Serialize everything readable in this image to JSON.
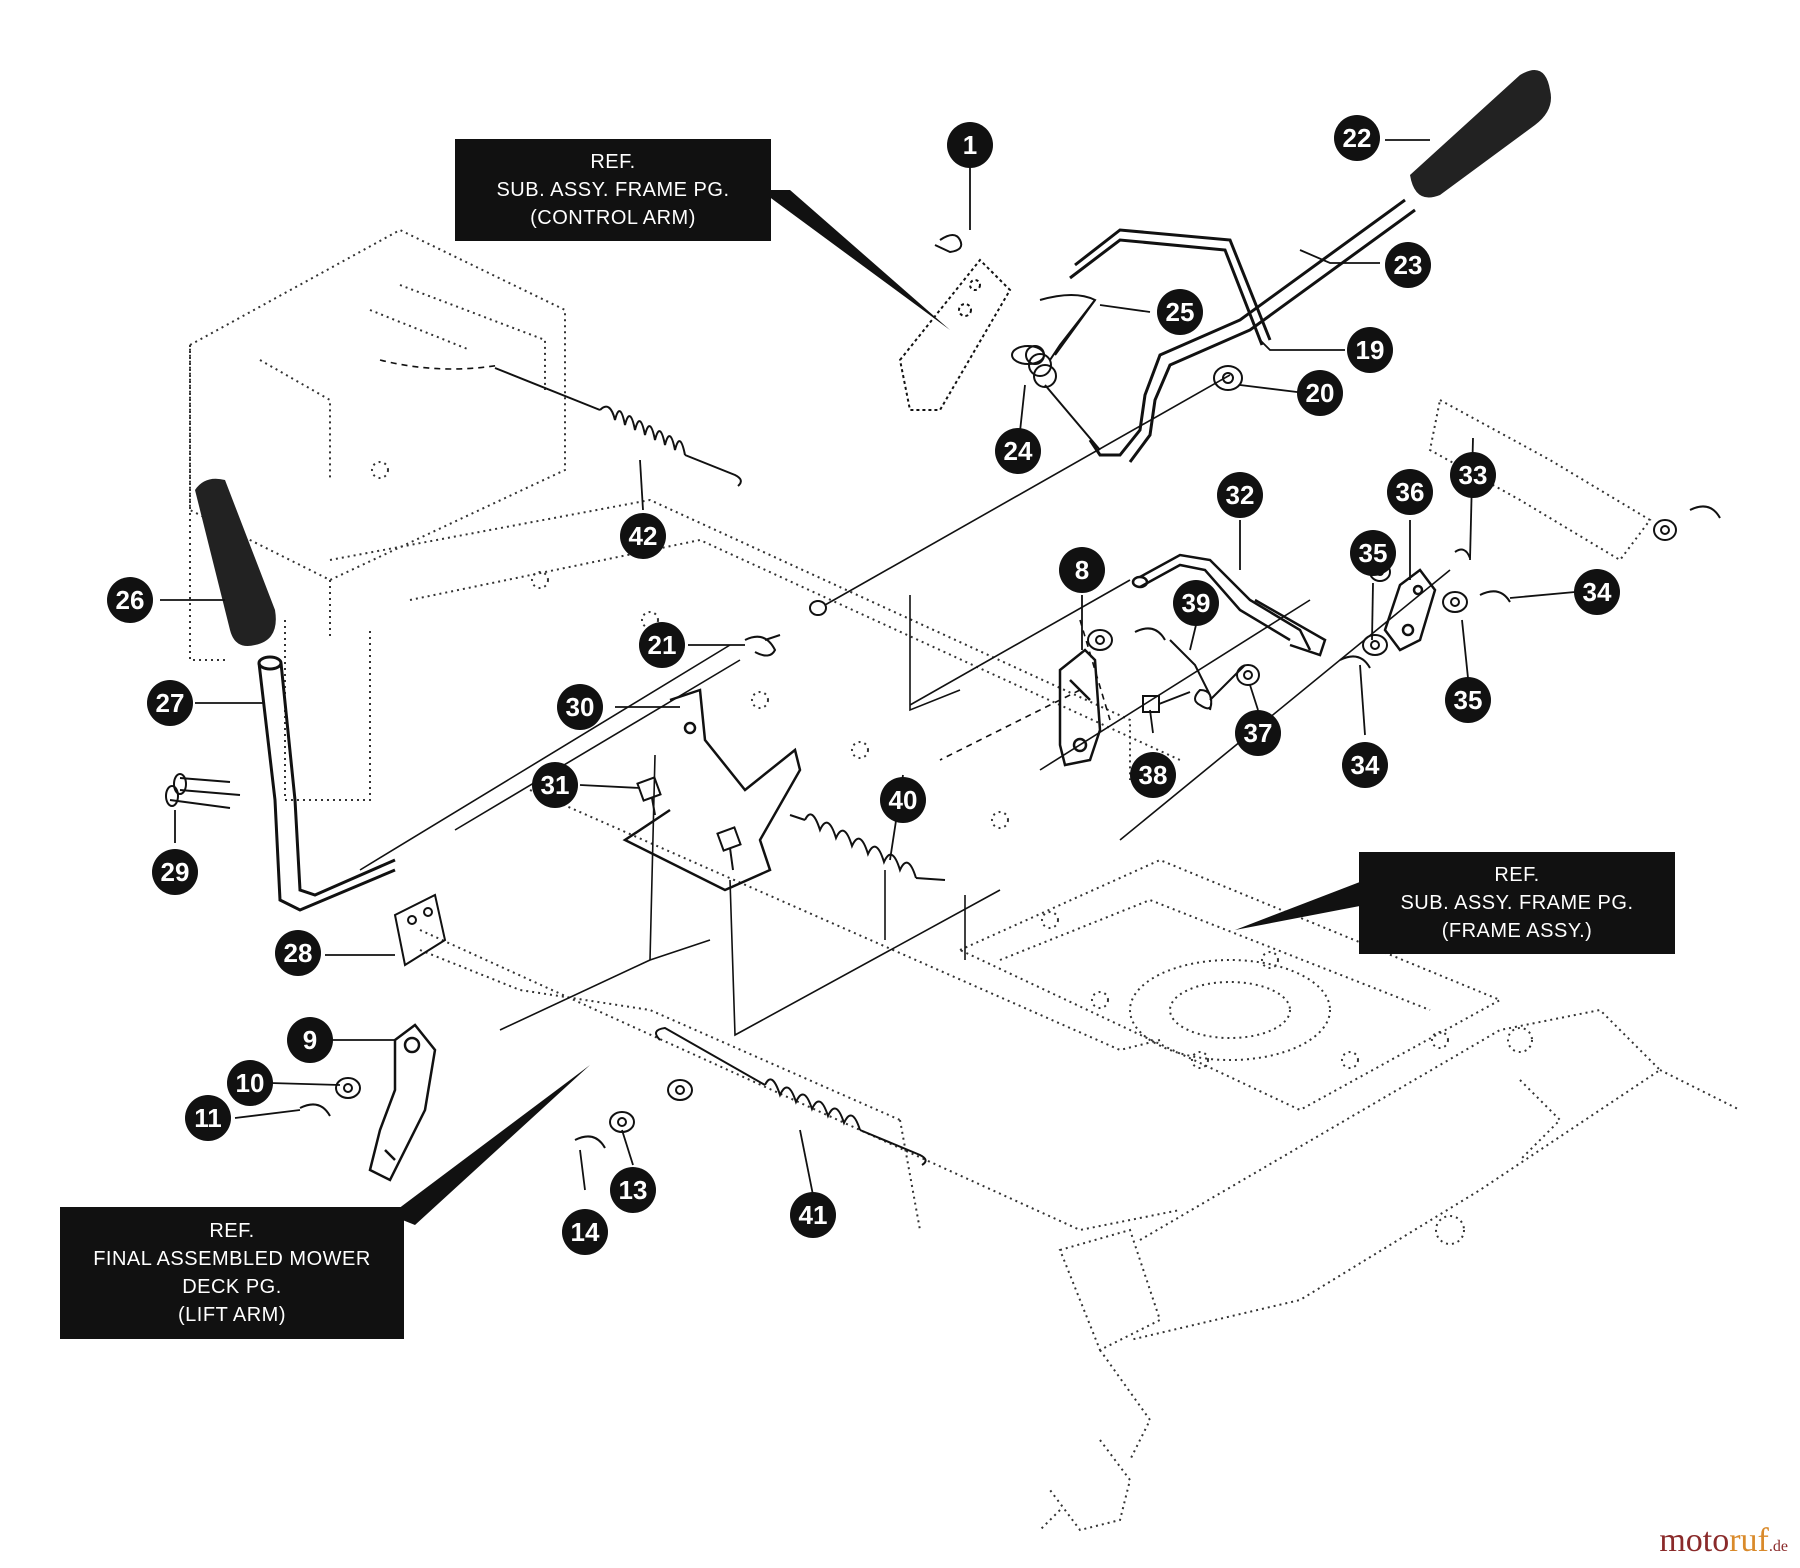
{
  "ref_labels": {
    "control_arm": [
      "REF.",
      "SUB. ASSY. FRAME PG.",
      "(CONTROL ARM)"
    ],
    "frame_assy": [
      "REF.",
      "SUB. ASSY. FRAME PG.",
      "(FRAME ASSY.)"
    ],
    "lift_arm": [
      "REF.",
      "FINAL ASSEMBLED MOWER",
      "DECK PG.",
      "(LIFT ARM)"
    ]
  },
  "callouts": [
    "1",
    "22",
    "23",
    "25",
    "19",
    "20",
    "24",
    "42",
    "26",
    "27",
    "29",
    "28",
    "21",
    "30",
    "31",
    "32",
    "8",
    "39",
    "36",
    "33",
    "35",
    "34",
    "35",
    "37",
    "34",
    "38",
    "40",
    "9",
    "10",
    "11",
    "13",
    "14",
    "41"
  ],
  "watermark": {
    "part1": "moto",
    "part2": "ruf",
    "part3": ".de"
  },
  "colors": {
    "ink": "#111111",
    "paper": "#ffffff",
    "watermark_red": "#8a2a2a",
    "watermark_orange": "#d98a2b"
  }
}
